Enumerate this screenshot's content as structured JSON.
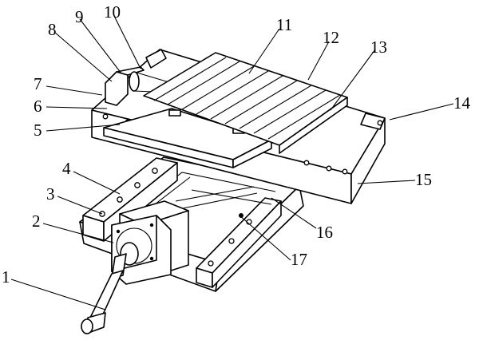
{
  "figure": {
    "callouts": [
      {
        "id": "1",
        "label": "1"
      },
      {
        "id": "2",
        "label": "2"
      },
      {
        "id": "3",
        "label": "3"
      },
      {
        "id": "4",
        "label": "4"
      },
      {
        "id": "5",
        "label": "5"
      },
      {
        "id": "6",
        "label": "6"
      },
      {
        "id": "7",
        "label": "7"
      },
      {
        "id": "8",
        "label": "8"
      },
      {
        "id": "9",
        "label": "9"
      },
      {
        "id": "10",
        "label": "10"
      },
      {
        "id": "11",
        "label": "11"
      },
      {
        "id": "12",
        "label": "12"
      },
      {
        "id": "13",
        "label": "13"
      },
      {
        "id": "14",
        "label": "14"
      },
      {
        "id": "15",
        "label": "15"
      },
      {
        "id": "16",
        "label": "16"
      },
      {
        "id": "17",
        "label": "17"
      }
    ],
    "colors": {
      "line": "#000000",
      "background": "#ffffff"
    }
  }
}
